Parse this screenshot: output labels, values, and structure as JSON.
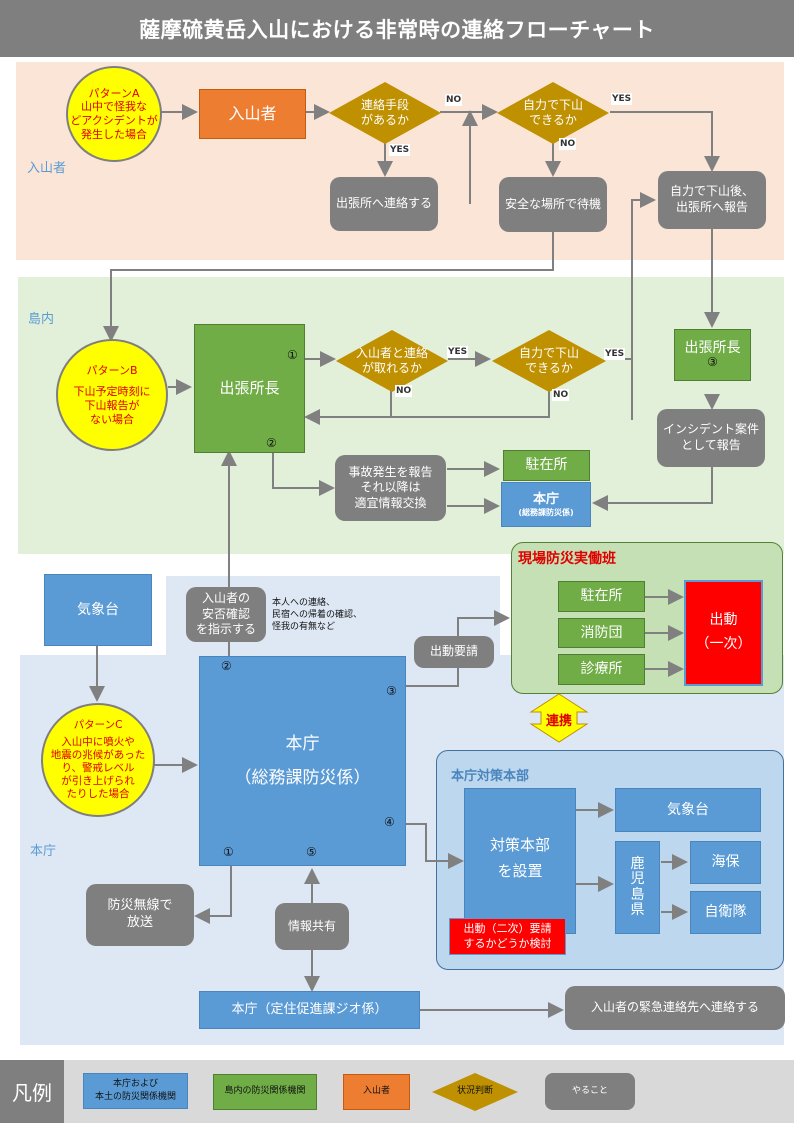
{
  "title": "薩摩硫黄岳入山における非常時の連絡フローチャート",
  "zones": {
    "climber": "入山者",
    "island": "島内",
    "hq": "本庁"
  },
  "climber_zone": {
    "pattern_a": {
      "title": "パターンA",
      "lines": [
        "山中で怪我な",
        "どアクシデントが",
        "発生した場合"
      ]
    },
    "climber_box": "入山者",
    "decision_contact": [
      "連絡手段",
      "があるか"
    ],
    "decision_descend": [
      "自力で下山",
      "できるか"
    ],
    "contact_office": "出張所へ連絡する",
    "wait_safe": "安全な場所で待機",
    "report_after": [
      "自力で下山後、",
      "出張所へ報告"
    ],
    "labels": {
      "yes": "YES",
      "no": "NO"
    }
  },
  "island_zone": {
    "pattern_b": {
      "title": "パターンB",
      "lines": [
        "下山予定時刻に",
        "下山報告が",
        "ない場合"
      ]
    },
    "chief": "出張所長",
    "chief_marker_1": "①",
    "chief_marker_2": "②",
    "decision_reach": [
      "入山者と連絡",
      "が取れるか"
    ],
    "decision_descend": [
      "自力で下山",
      "できるか"
    ],
    "chief_right": "出張所長",
    "chief_right_marker": "③",
    "incident_report": [
      "インシデント案件",
      "として報告"
    ],
    "accident_report": [
      "事故発生を報告",
      "それ以降は",
      "適宜情報交換"
    ],
    "police_box": "駐在所",
    "hq_box": {
      "title": "本庁",
      "sub": "(総務課防災係)"
    }
  },
  "hq_zone": {
    "weather": "気象台",
    "safety_check": [
      "入山者の",
      "安否確認",
      "を指示する"
    ],
    "safety_note": [
      "本人への連絡、",
      "民宿への帰着の確認、",
      "怪我の有無など"
    ],
    "pattern_c": {
      "title": "パターンC",
      "lines": [
        "入山中に噴火や",
        "地震の兆候があった",
        "り、警戒レベル",
        "が引き上げられ",
        "たりした場合"
      ]
    },
    "hq_main": {
      "title": "本庁",
      "sub": "（総務課防災係）"
    },
    "markers": {
      "m1": "①",
      "m2": "②",
      "m3": "③",
      "m4": "④",
      "m5": "⑤"
    },
    "dispatch_request": "出動要請",
    "broadcast": [
      "防災無線で",
      "放送"
    ],
    "info_share": "情報共有",
    "hq_settlement": "本庁（定住促進課ジオ係）",
    "emergency_contact": "入山者の緊急連絡先へ連絡する"
  },
  "field_team": {
    "title": "現場防災実働班",
    "members": [
      "駐在所",
      "消防団",
      "診療所"
    ],
    "dispatch": [
      "出動",
      "（一次）"
    ],
    "cooperation": "連携"
  },
  "hq_task_force": {
    "title": "本庁対策本部",
    "setup": [
      "対策本部",
      "を設置"
    ],
    "secondary": [
      "出動（二次）要請",
      "するかどうか検討"
    ],
    "weather": "気象台",
    "prefecture": [
      "鹿",
      "児",
      "島",
      "県"
    ],
    "coast_guard": "海保",
    "sdf": "自衛隊"
  },
  "legend": {
    "heading": "凡例",
    "items": [
      {
        "kind": "blue",
        "lines": [
          "本庁および",
          "本土の防災関係機関"
        ]
      },
      {
        "kind": "green",
        "lines": [
          "島内の防災関係機関"
        ]
      },
      {
        "kind": "orange",
        "lines": [
          "入山者"
        ]
      },
      {
        "kind": "diamond",
        "lines": [
          "状況判断"
        ]
      },
      {
        "kind": "gray",
        "lines": [
          "やること"
        ]
      }
    ]
  },
  "colors": {
    "climber_zone_bg": "#fbe5d6",
    "island_zone_bg": "#e2efd9",
    "hq_zone_bg": "#dee8f5",
    "decision": "#bf9000",
    "action": "#7f7f7f",
    "island_org": "#70ad47",
    "hq_org": "#5b9bd5",
    "climber": "#ed7d31",
    "alert": "#ff0000",
    "pattern": "#ffff00"
  }
}
